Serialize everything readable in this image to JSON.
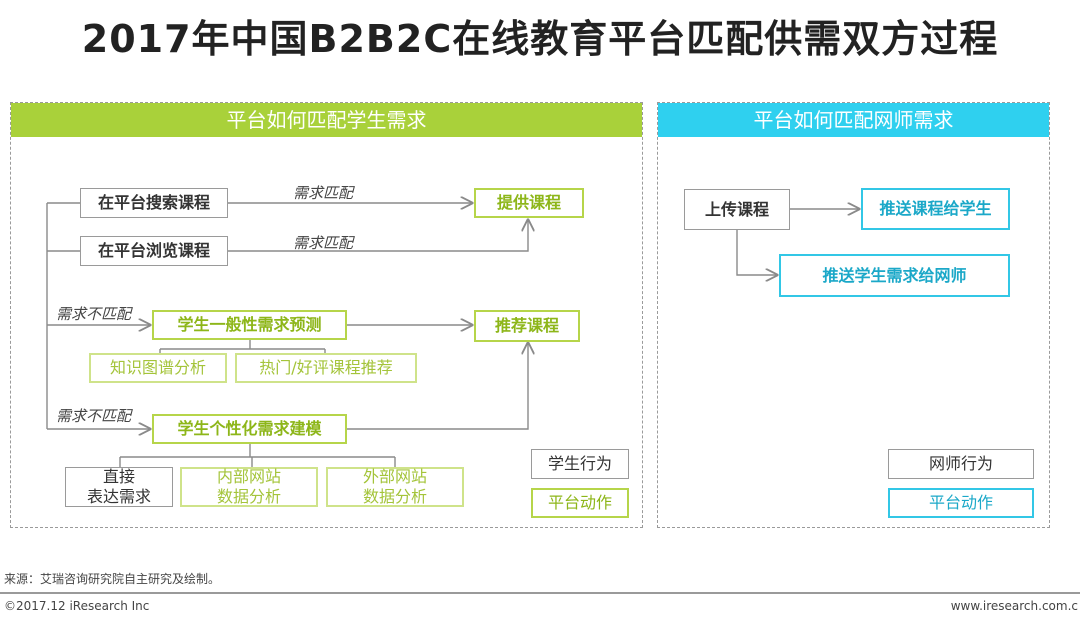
{
  "title": "2017年中国B2B2C在线教育平台匹配供需双方过程",
  "left_panel": {
    "header": "平台如何匹配学生需求",
    "search_course": "在平台搜索课程",
    "browse_course": "在平台浏览课程",
    "provide_course": "提供课程",
    "recommend_course": "推荐课程",
    "general_forecast": "学生一般性需求预测",
    "knowledge_graph": "知识图谱分析",
    "hot_course": "热门/好评课程推荐",
    "personal_model": "学生个性化需求建模",
    "direct_line1": "直接",
    "direct_line2": "表达需求",
    "internal_line1": "内部网站",
    "internal_line2": "数据分析",
    "external_line1": "外部网站",
    "external_line2": "数据分析",
    "match_label_1": "需求匹配",
    "match_label_2": "需求匹配",
    "nomatch_label_1": "需求不匹配",
    "nomatch_label_2": "需求不匹配",
    "legend_student": "学生行为",
    "legend_platform": "平台动作"
  },
  "right_panel": {
    "header": "平台如何匹配网师需求",
    "upload_course": "上传课程",
    "push_course": "推送课程给学生",
    "push_demand": "推送学生需求给网师",
    "legend_teacher": "网师行为",
    "legend_platform": "平台动作"
  },
  "footer": {
    "source": "来源：艾瑞咨询研究院自主研究及绘制。",
    "copyright": "©2017.12 iResearch Inc",
    "website": "www.iresearch.com.c"
  },
  "colors": {
    "green_header": "#a9d13a",
    "cyan_header": "#2fd0ef",
    "green_border": "#b6d54a",
    "cyan_border": "#32c7e6"
  }
}
